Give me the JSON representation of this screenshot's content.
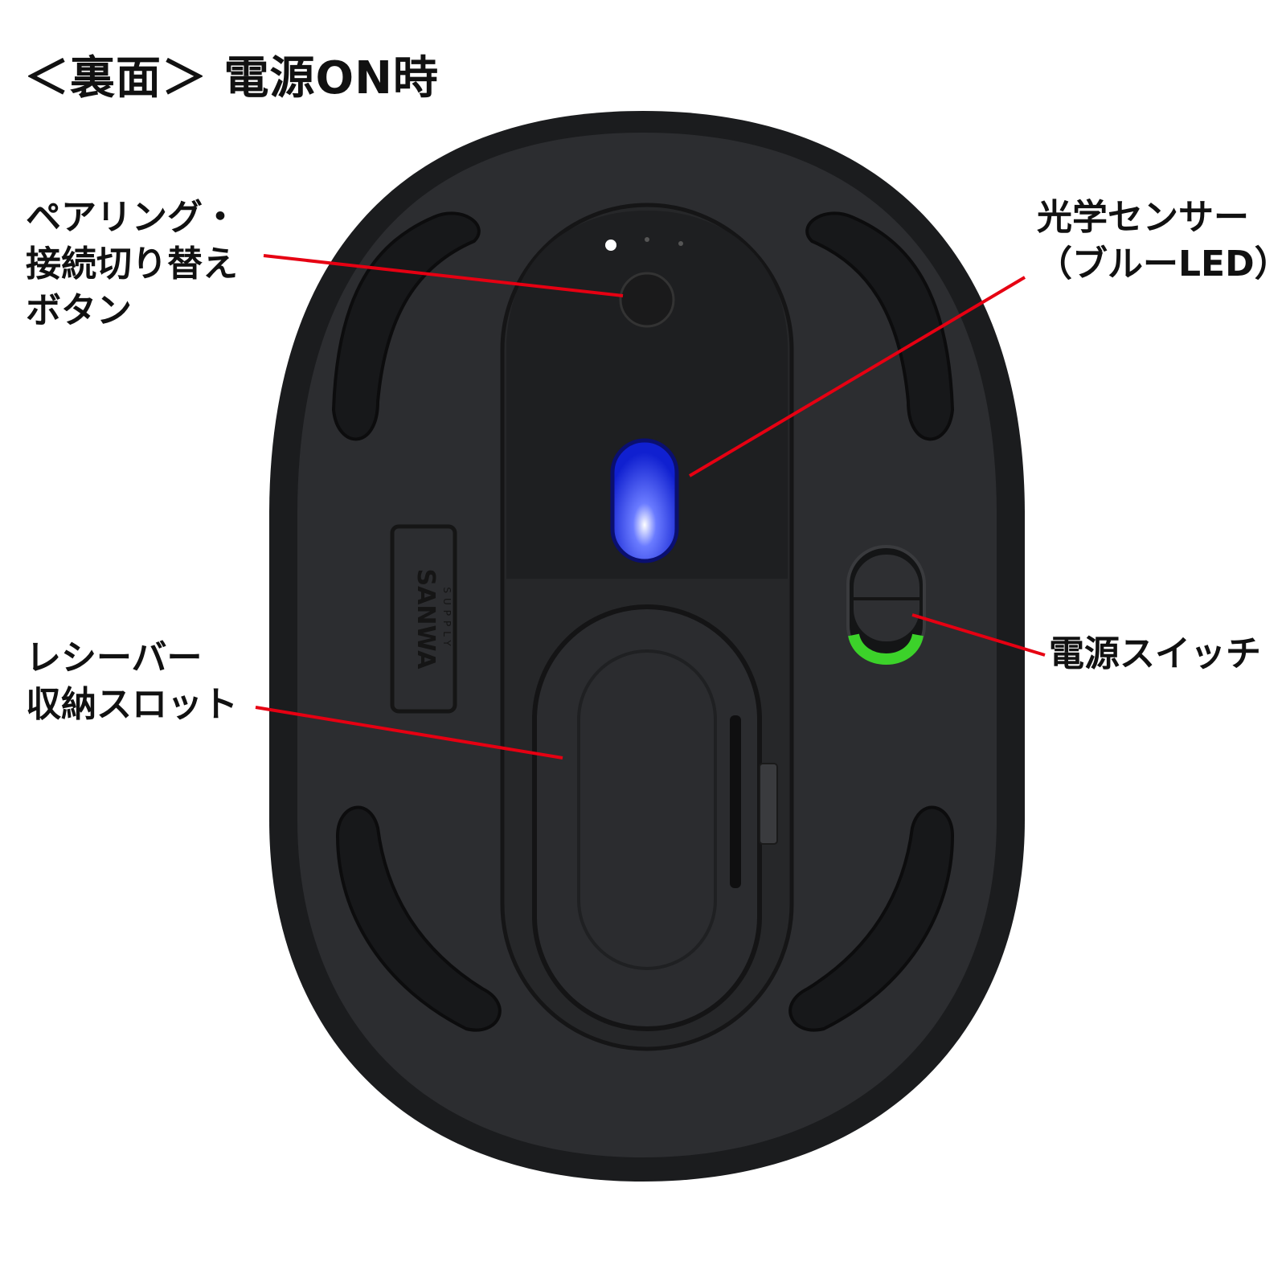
{
  "title": "＜裏面＞ 電源ON時",
  "labels": {
    "pairing_button": "ペアリング・\n接続切り替え\nボタン",
    "optical_sensor": "光学センサー\n（ブルーLED）",
    "power_switch": "電源スイッチ",
    "receiver_slot": "レシーバー\n収納スロット"
  },
  "logo": {
    "brand": "SANWA",
    "sub": "SUPPLY"
  },
  "colors": {
    "callout_line": "#e60012",
    "led": "#1a2cff",
    "switch_on": "#3cd22a",
    "body": "#2a2b2d"
  }
}
